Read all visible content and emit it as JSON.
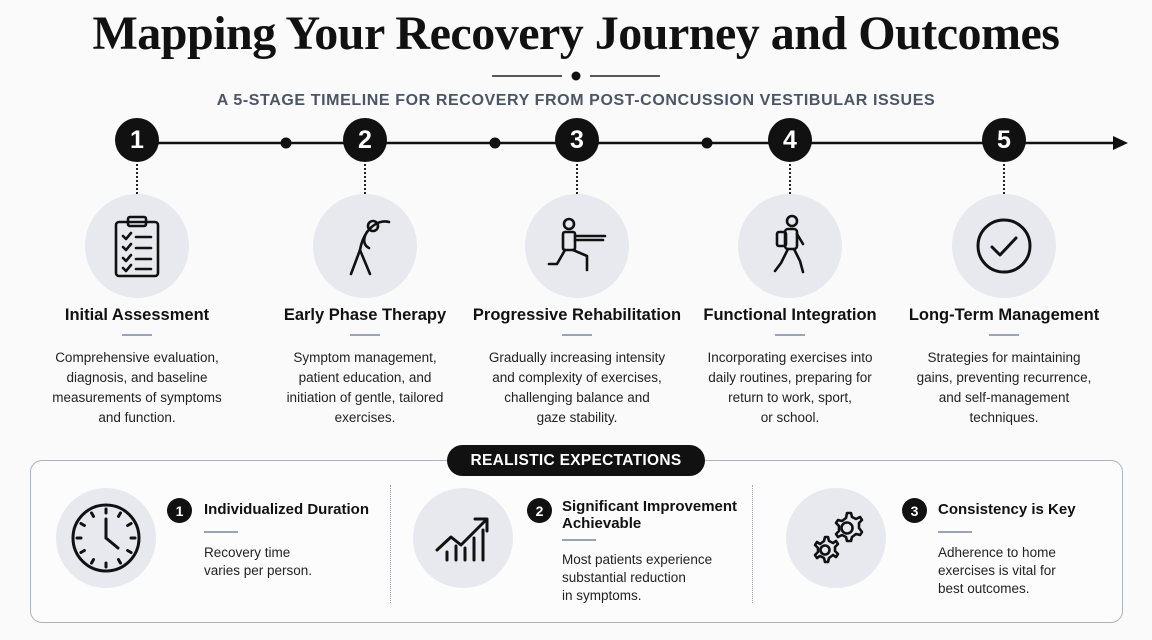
{
  "title": "Mapping Your Recovery Journey and Outcomes",
  "subtitle": "A 5-STAGE TIMELINE FOR RECOVERY FROM POST-CONCUSSION VESTIBULAR ISSUES",
  "stages": [
    {
      "num": "1",
      "title": "Initial Assessment",
      "icon": "clipboard-checklist-icon",
      "desc": [
        "Comprehensive evaluation,",
        "diagnosis, and baseline",
        "measurements of symptoms",
        "and function."
      ]
    },
    {
      "num": "2",
      "title": "Early Phase Therapy",
      "icon": "stretching-person-icon",
      "desc": [
        "Symptom management,",
        "patient education, and",
        "initiation of gentle, tailored",
        "exercises."
      ]
    },
    {
      "num": "3",
      "title": "Progressive Rehabilitation",
      "icon": "lunge-exercise-icon",
      "desc": [
        "Gradually increasing intensity",
        "and complexity of exercises,",
        "challenging balance and",
        "gaze stability."
      ]
    },
    {
      "num": "4",
      "title": "Functional Integration",
      "icon": "walking-backpack-person-icon",
      "desc": [
        "Incorporating exercises into",
        "daily routines, preparing for",
        "return to work, sport,",
        "or school."
      ]
    },
    {
      "num": "5",
      "title": "Long-Term Management",
      "icon": "checkmark-circle-icon",
      "desc": [
        "Strategies for maintaining",
        "gains, preventing recurrence,",
        "and self-management",
        "techniques."
      ]
    }
  ],
  "expectations": {
    "banner": "REALISTIC EXPECTATIONS",
    "items": [
      {
        "num": "1",
        "title": [
          "Individualized Duration"
        ],
        "icon": "clock-icon",
        "desc": [
          "Recovery time",
          "varies per person."
        ]
      },
      {
        "num": "2",
        "title": [
          "Significant Improvement",
          "Achievable"
        ],
        "icon": "trend-chart-icon",
        "desc": [
          "Most patients experience",
          "substantial reduction",
          "in symptoms."
        ]
      },
      {
        "num": "3",
        "title": [
          "Consistency is Key"
        ],
        "icon": "gears-icon",
        "desc": [
          "Adherence to home",
          "exercises is vital for",
          "best outcomes."
        ]
      }
    ]
  }
}
